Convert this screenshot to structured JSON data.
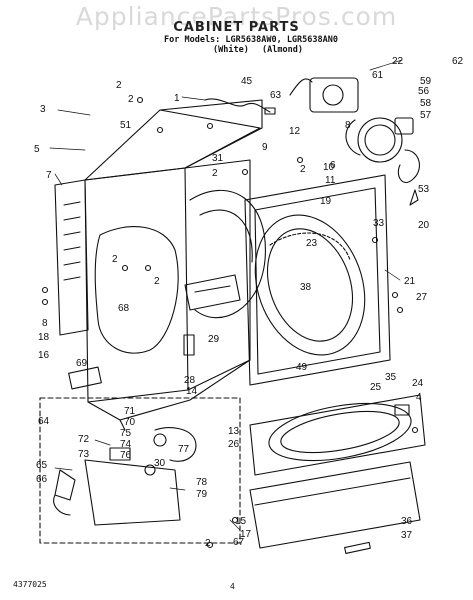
{
  "watermark": "AppliancePartsPros.com",
  "title": "CABINET PARTS",
  "models_line": "For Models: LGR5638AW0, LGR5638AN0",
  "variant_white": "(White)",
  "variant_almond": "(Almond)",
  "doc_id": "4377025",
  "page_number": "4",
  "callouts": [
    "1",
    "2",
    "2",
    "2",
    "2",
    "2",
    "2",
    "2",
    "3",
    "4",
    "5",
    "6",
    "7",
    "8",
    "8",
    "9",
    "10",
    "11",
    "12",
    "13",
    "14",
    "15",
    "16",
    "17",
    "18",
    "19",
    "20",
    "21",
    "22",
    "23",
    "24",
    "25",
    "26",
    "27",
    "28",
    "29",
    "30",
    "31",
    "33",
    "35",
    "36",
    "37",
    "38",
    "45",
    "49",
    "51",
    "53",
    "56",
    "57",
    "58",
    "59",
    "61",
    "62",
    "63",
    "64",
    "65",
    "66",
    "67",
    "68",
    "69",
    "70",
    "71",
    "72",
    "73",
    "74",
    "75",
    "76",
    "77",
    "78",
    "79"
  ],
  "colors": {
    "ink": "#111111",
    "watermark": "#d9d9d9",
    "background": "#ffffff"
  }
}
